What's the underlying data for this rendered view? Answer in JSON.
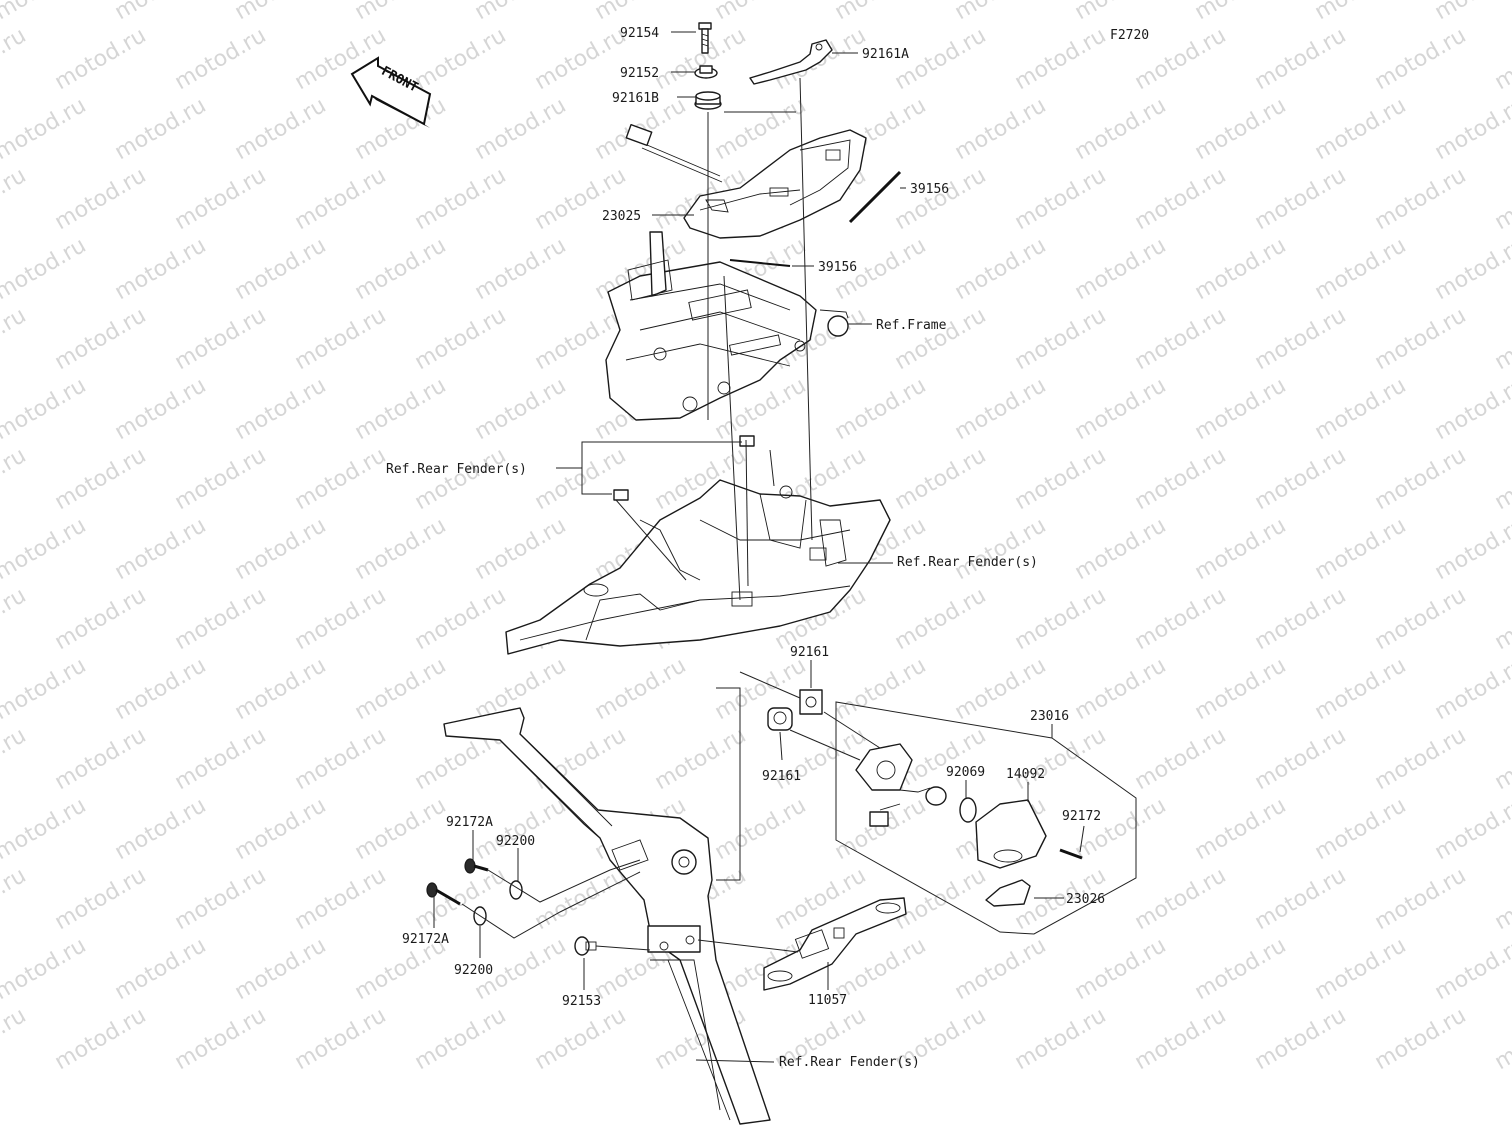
{
  "diagram": {
    "code": "F2720",
    "front_label": "FRONT",
    "watermark": "motod.ru",
    "callouts": [
      {
        "id": "c-92154",
        "text": "92154"
      },
      {
        "id": "c-92152",
        "text": "92152"
      },
      {
        "id": "c-92161B",
        "text": "92161B"
      },
      {
        "id": "c-92161A",
        "text": "92161A"
      },
      {
        "id": "c-39156a",
        "text": "39156"
      },
      {
        "id": "c-23025",
        "text": "23025"
      },
      {
        "id": "c-39156b",
        "text": "39156"
      },
      {
        "id": "c-ref-frame",
        "text": "Ref.Frame"
      },
      {
        "id": "c-ref-rear-fender-1",
        "text": "Ref.Rear Fender(s)"
      },
      {
        "id": "c-ref-rear-fender-2",
        "text": "Ref.Rear Fender(s)"
      },
      {
        "id": "c-92161-top",
        "text": "92161"
      },
      {
        "id": "c-23016",
        "text": "23016"
      },
      {
        "id": "c-92161-bot",
        "text": "92161"
      },
      {
        "id": "c-92069",
        "text": "92069"
      },
      {
        "id": "c-14092",
        "text": "14092"
      },
      {
        "id": "c-92172",
        "text": "92172"
      },
      {
        "id": "c-23026",
        "text": "23026"
      },
      {
        "id": "c-92172A-1",
        "text": "92172A"
      },
      {
        "id": "c-92200-1",
        "text": "92200"
      },
      {
        "id": "c-92172A-2",
        "text": "92172A"
      },
      {
        "id": "c-92200-2",
        "text": "92200"
      },
      {
        "id": "c-92153",
        "text": "92153"
      },
      {
        "id": "c-11057",
        "text": "11057"
      },
      {
        "id": "c-ref-rear-fender-3",
        "text": "Ref.Rear Fender(s)"
      }
    ]
  }
}
